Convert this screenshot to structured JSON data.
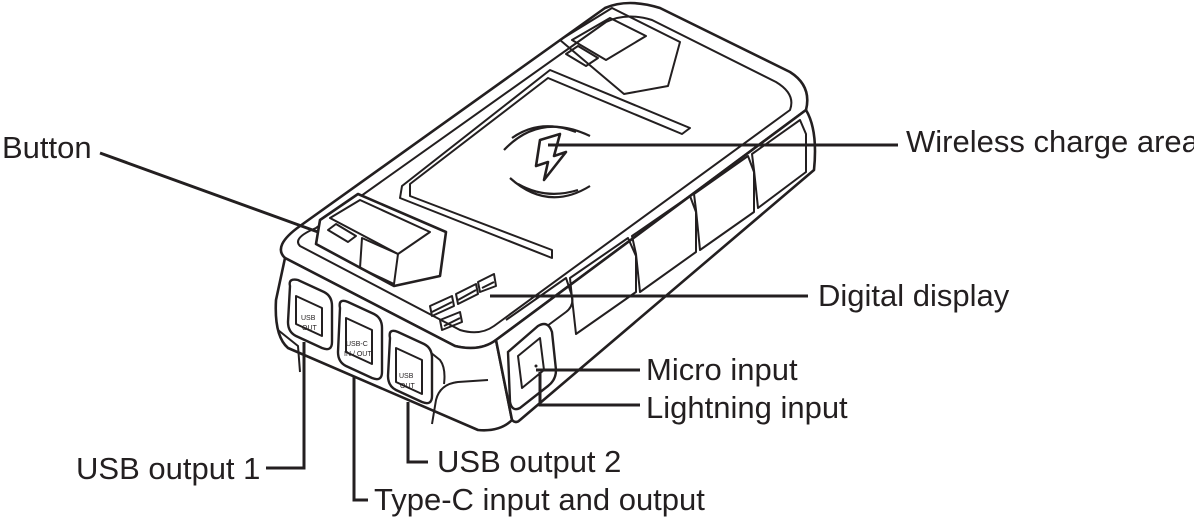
{
  "labels": {
    "button": "Button",
    "wireless": "Wireless charge area",
    "display": "Digital display",
    "micro": "Micro input",
    "lightning": "Lightning input",
    "usb1": "USB output 1",
    "usb2": "USB output 2",
    "typec": "Type-C input and output"
  },
  "port_marks": {
    "usb1_top": "USB",
    "usb1_bottom": "OUT",
    "typec_top": "USB-C",
    "typec_bottom": "IN / OUT",
    "usb2_top": "USB",
    "usb2_bottom": "OUT"
  }
}
